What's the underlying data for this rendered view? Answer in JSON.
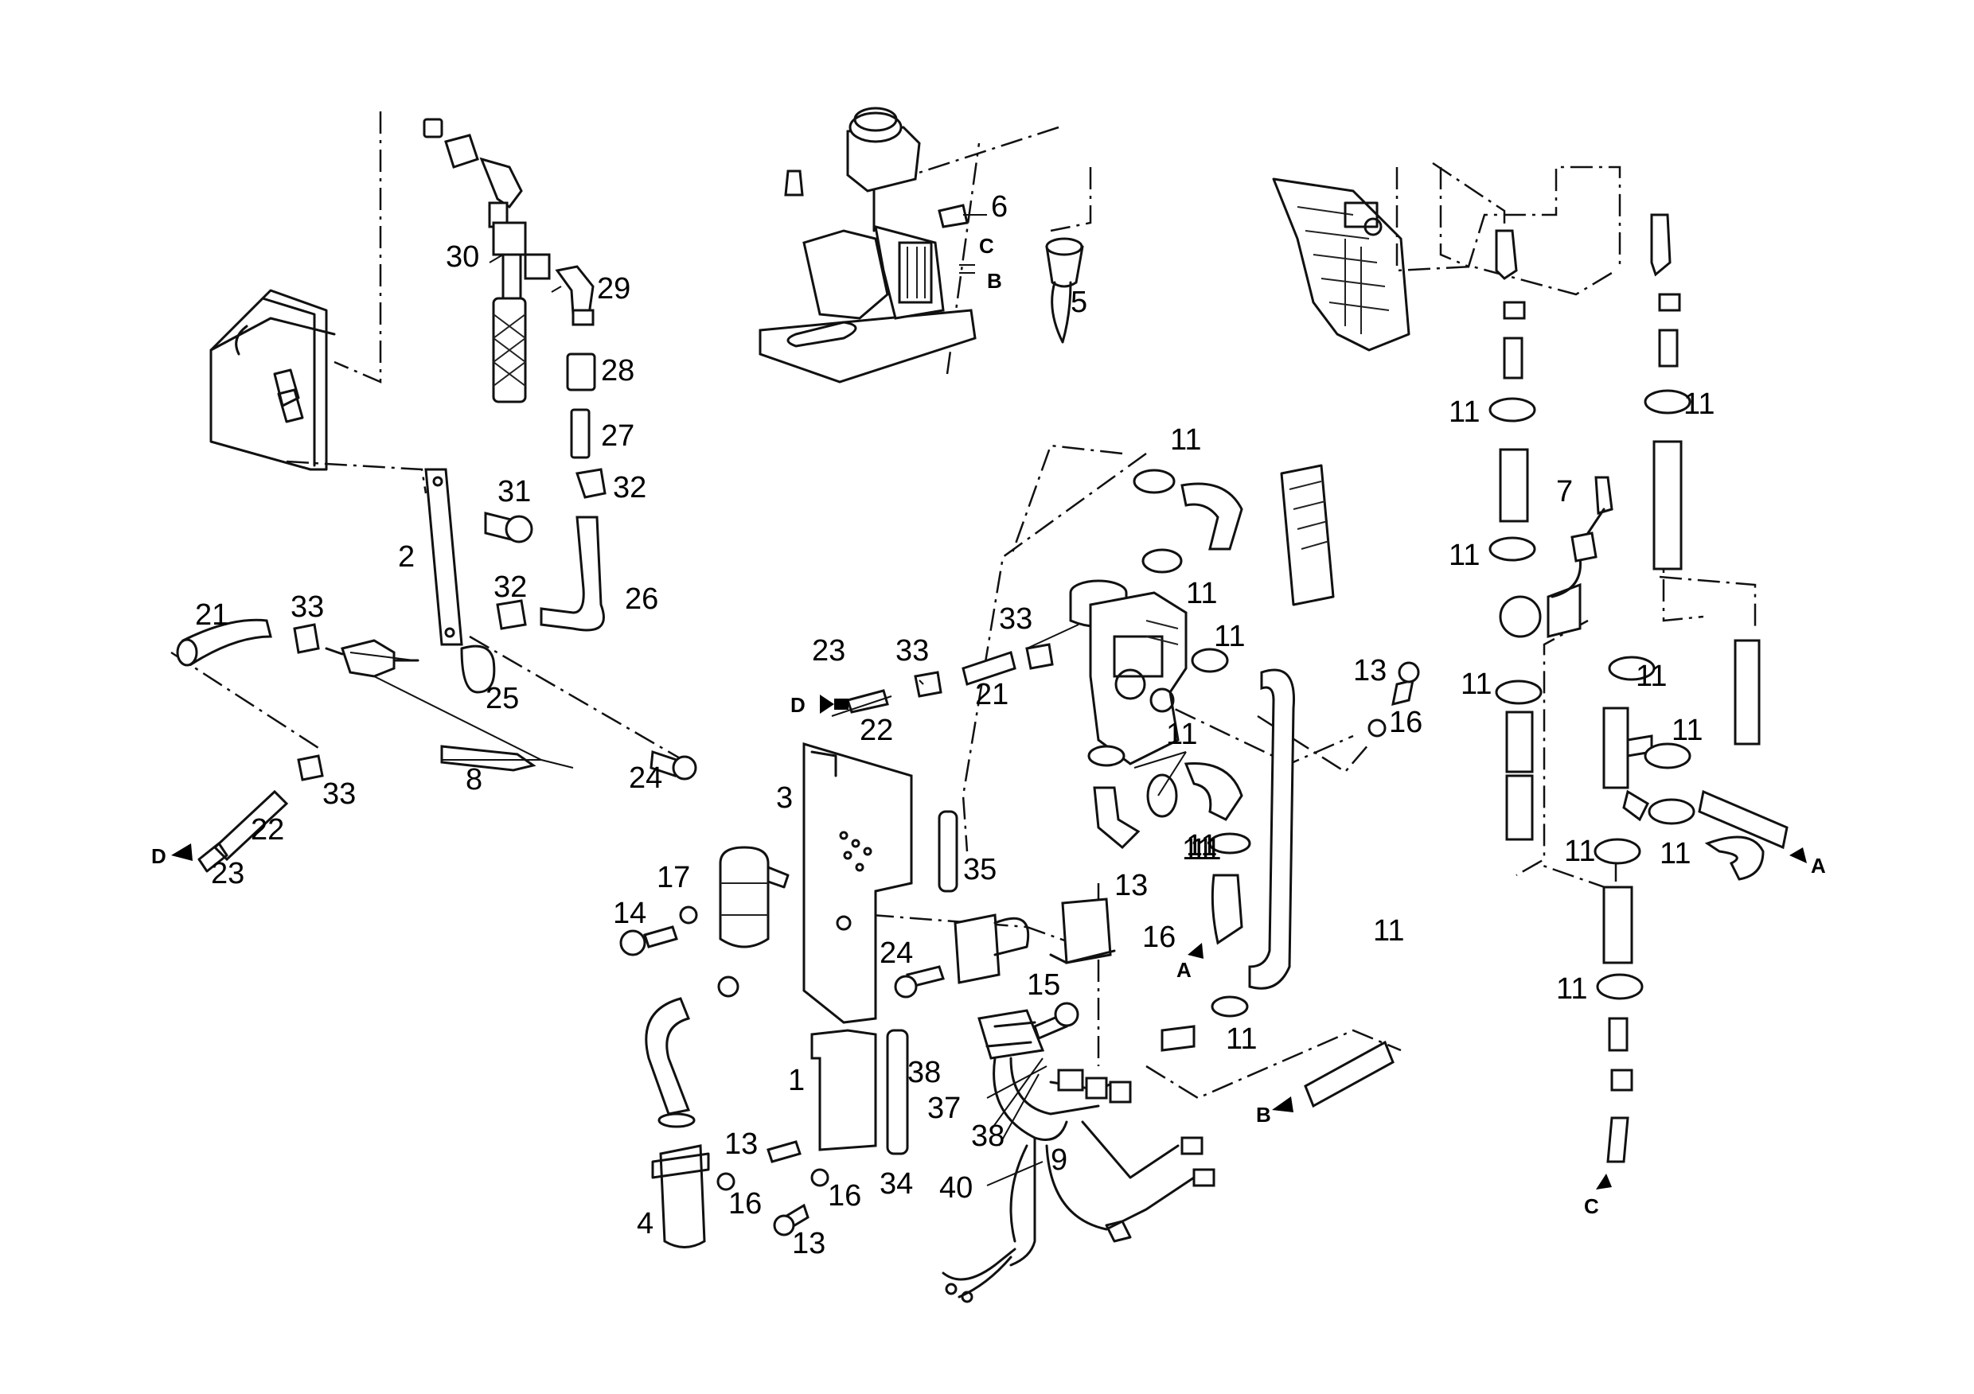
{
  "callouts": [
    "1",
    "2",
    "3",
    "4",
    "5",
    "6",
    "7",
    "8",
    "9",
    "11",
    "11",
    "11",
    "11",
    "11",
    "11",
    "11",
    "11",
    "11",
    "11",
    "11",
    "11",
    "11",
    "11",
    "11",
    "11",
    "11",
    "11",
    "13",
    "13",
    "13",
    "13",
    "14",
    "15",
    "16",
    "16",
    "16",
    "16",
    "17",
    "21",
    "21",
    "22",
    "22",
    "23",
    "23",
    "24",
    "24",
    "25",
    "26",
    "27",
    "28",
    "29",
    "30",
    "31",
    "32",
    "32",
    "33",
    "33",
    "33",
    "33",
    "34",
    "35",
    "37",
    "38",
    "38",
    "40"
  ],
  "connection_markers": [
    "A",
    "A",
    "B",
    "B",
    "C",
    "C",
    "D",
    "D"
  ]
}
